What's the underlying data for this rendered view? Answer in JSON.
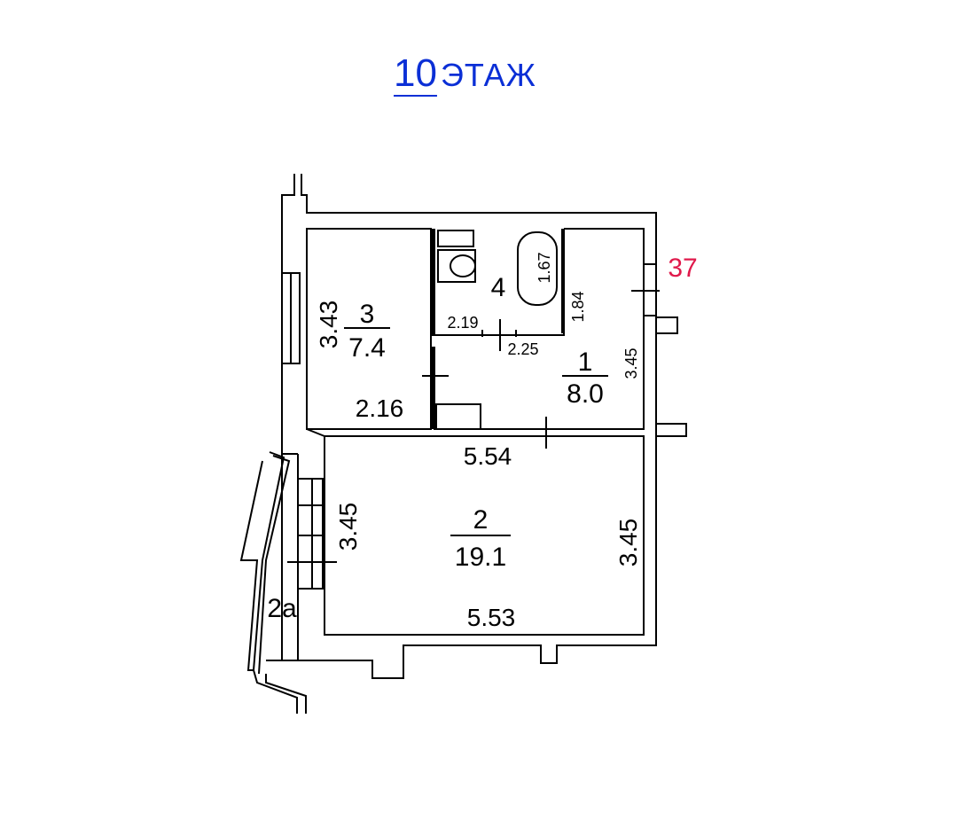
{
  "header": {
    "floor_number": "10",
    "floor_word": "ЭТАЖ",
    "color": "#0b2fd6"
  },
  "apartment": {
    "number": "37",
    "number_color": "#e0194b"
  },
  "rooms": [
    {
      "id": "1",
      "area": "8.0"
    },
    {
      "id": "2",
      "area": "19.1"
    },
    {
      "id": "3",
      "area": "7.4"
    },
    {
      "id": "4",
      "area": ""
    },
    {
      "id": "2a",
      "area": ""
    }
  ],
  "dimensions": {
    "room3_height": "3.43",
    "room3_width": "2.16",
    "room4_inner": "2.19",
    "room4_bath": "1.67",
    "room4_side": "1.84",
    "corridor_width": "2.25",
    "room1_height": "3.45",
    "room2_top": "5.54",
    "room2_bottom": "5.53",
    "room2_left": "3.45",
    "room2_right": "3.45"
  }
}
